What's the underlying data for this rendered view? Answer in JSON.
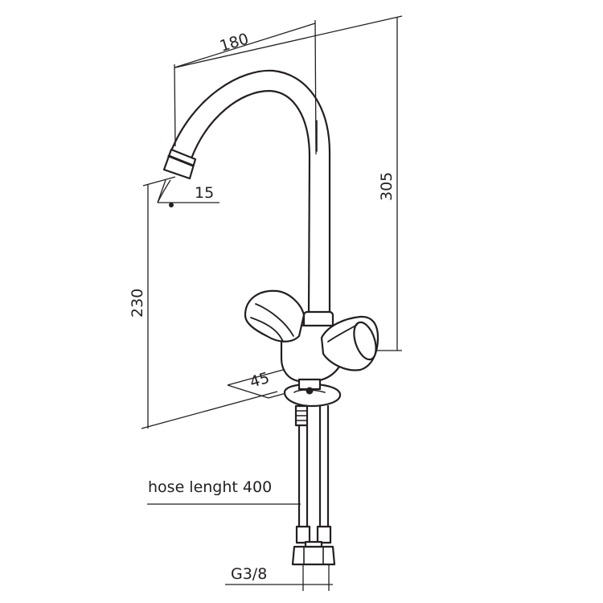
{
  "dimensions": {
    "spout_reach": "180",
    "total_height": "305",
    "outlet_angle": "15",
    "outlet_height": "230",
    "base_diameter": "45",
    "hose_length": "hose lenght 400",
    "connection": "G3/8"
  },
  "colors": {
    "line": "#231f20",
    "background": "#ffffff"
  }
}
